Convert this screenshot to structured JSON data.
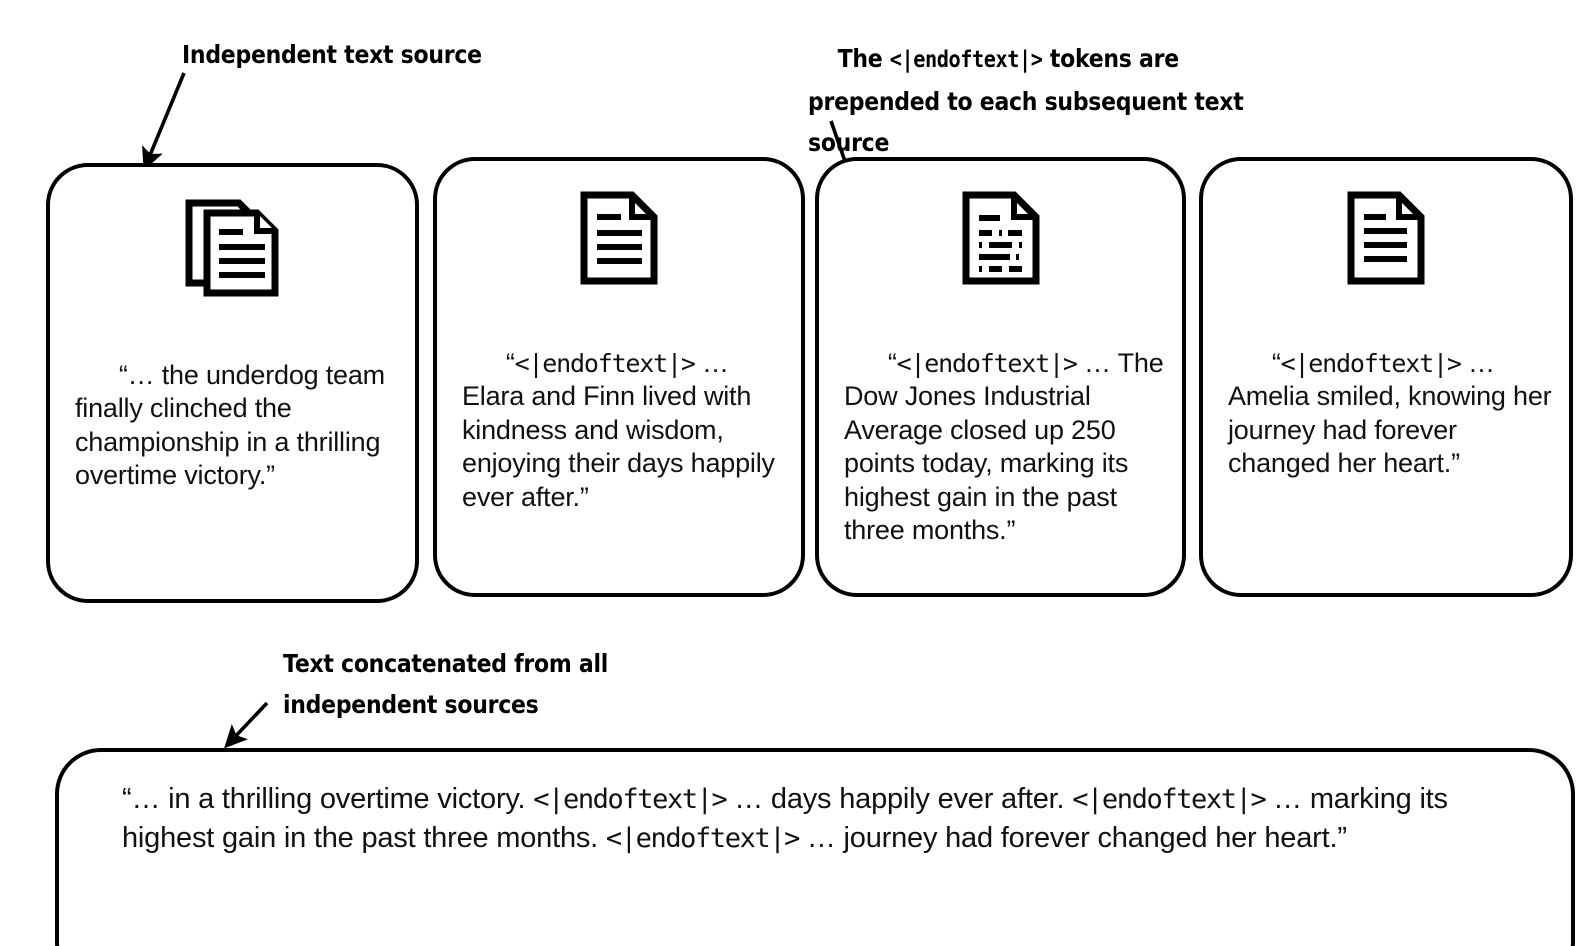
{
  "annotations": {
    "independent_source": {
      "text": "Independent text source"
    },
    "prepended_tokens": {
      "prefix": "The ",
      "token": "<|endoftext|>",
      "suffix": " tokens are prepended to each subsequent text source"
    },
    "concatenated": {
      "text": "Text concatenated from all independent sources"
    }
  },
  "cards": [
    {
      "icon": "stacked-documents-icon",
      "has_token": false,
      "token": "",
      "quote_open": "“",
      "body": "… the underdog team finally clinched the championship in a thrilling overtime victory.”"
    },
    {
      "icon": "document-icon",
      "has_token": true,
      "token": "<|endoftext|>",
      "quote_open": "“",
      "body": " … Elara and Finn lived with kindness and wisdom, enjoying their days happily ever after.”"
    },
    {
      "icon": "document-dashed-lines-icon",
      "has_token": true,
      "token": "<|endoftext|>",
      "quote_open": "“",
      "body": " … The Dow Jones Industrial Average closed up 250 points today, marking its highest gain in the past three months.”"
    },
    {
      "icon": "document-icon",
      "has_token": true,
      "token": "<|endoftext|>",
      "quote_open": "“",
      "body": " … Amelia smiled, knowing her journey had forever changed her heart.”"
    }
  ],
  "concatenated_box": {
    "segments": [
      {
        "type": "text",
        "value": "“… in a thrilling overtime victory. "
      },
      {
        "type": "token",
        "value": "<|endoftext|>"
      },
      {
        "type": "text",
        "value": " … days happily ever after. "
      },
      {
        "type": "token",
        "value": "<|endoftext|>"
      },
      {
        "type": "text",
        "value": " … marking its highest gain in the past three months. "
      },
      {
        "type": "token",
        "value": "<|endoftext|>"
      },
      {
        "type": "text",
        "value": " … journey had forever changed her heart.”"
      }
    ],
    "full_text": "“… in a thrilling overtime victory. <|endoftext|> … days happily ever after. <|endoftext|> … marking its highest gain in the past three months. <|endoftext|> … journey had forever changed her heart.”"
  },
  "colors": {
    "stroke": "#000000",
    "background": "#ffffff",
    "text": "#111111"
  }
}
